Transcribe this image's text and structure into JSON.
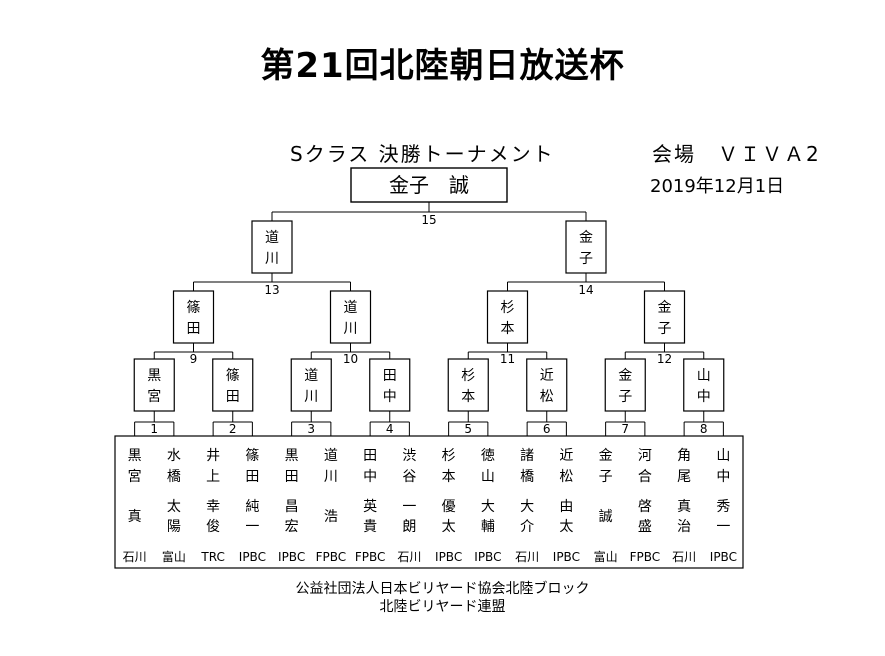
{
  "title": "第21回北陸朝日放送杯",
  "subtitle": "Sクラス 決勝トーナメント",
  "venue": "会場　ＶＩＶＡ2",
  "date": "2019年12月1日",
  "champion": "金子　誠",
  "match_numbers": [
    "1",
    "2",
    "3",
    "4",
    "5",
    "6",
    "7",
    "8",
    "9",
    "10",
    "11",
    "12",
    "13",
    "14",
    "15"
  ],
  "round1_winners": [
    [
      "黒",
      "宮"
    ],
    [
      "篠",
      "田"
    ],
    [
      "道",
      "川"
    ],
    [
      "田",
      "中"
    ],
    [
      "杉",
      "本"
    ],
    [
      "近",
      "松"
    ],
    [
      "金",
      "子"
    ],
    [
      "山",
      "中"
    ]
  ],
  "round2_winners": [
    [
      "篠",
      "田"
    ],
    [
      "道",
      "川"
    ],
    [
      "杉",
      "本"
    ],
    [
      "金",
      "子"
    ]
  ],
  "semifinal_winners": [
    [
      "道",
      "川"
    ],
    [
      "金",
      "子"
    ]
  ],
  "players": [
    {
      "surname": [
        "黒",
        "宮"
      ],
      "given": [
        "真"
      ],
      "club": "石川"
    },
    {
      "surname": [
        "水",
        "橋"
      ],
      "given": [
        "太",
        "陽"
      ],
      "club": "富山"
    },
    {
      "surname": [
        "井",
        "上"
      ],
      "given": [
        "幸",
        "俊"
      ],
      "club": "TRC"
    },
    {
      "surname": [
        "篠",
        "田"
      ],
      "given": [
        "純",
        "一"
      ],
      "club": "IPBC"
    },
    {
      "surname": [
        "黒",
        "田"
      ],
      "given": [
        "昌",
        "宏"
      ],
      "club": "IPBC"
    },
    {
      "surname": [
        "道",
        "川"
      ],
      "given": [
        "浩"
      ],
      "club": "FPBC"
    },
    {
      "surname": [
        "田",
        "中"
      ],
      "given": [
        "英",
        "貴"
      ],
      "club": "FPBC"
    },
    {
      "surname": [
        "渋",
        "谷"
      ],
      "given": [
        "一",
        "朗"
      ],
      "club": "石川"
    },
    {
      "surname": [
        "杉",
        "本"
      ],
      "given": [
        "優",
        "太"
      ],
      "club": "IPBC"
    },
    {
      "surname": [
        "徳",
        "山"
      ],
      "given": [
        "大",
        "輔"
      ],
      "club": "IPBC"
    },
    {
      "surname": [
        "諸",
        "橋"
      ],
      "given": [
        "大",
        "介"
      ],
      "club": "石川"
    },
    {
      "surname": [
        "近",
        "松"
      ],
      "given": [
        "由",
        "太"
      ],
      "club": "IPBC"
    },
    {
      "surname": [
        "金",
        "子"
      ],
      "given": [
        "誠"
      ],
      "club": "富山"
    },
    {
      "surname": [
        "河",
        "合"
      ],
      "given": [
        "啓",
        "盛"
      ],
      "club": "FPBC"
    },
    {
      "surname": [
        "角",
        "尾"
      ],
      "given": [
        "真",
        "治"
      ],
      "club": "石川"
    },
    {
      "surname": [
        "山",
        "中"
      ],
      "given": [
        "秀",
        "一"
      ],
      "club": "IPBC"
    }
  ],
  "footer_org": "公益社団法人日本ビリヤード協会北陸ブロック",
  "footer_league": "北陸ビリヤード連盟"
}
